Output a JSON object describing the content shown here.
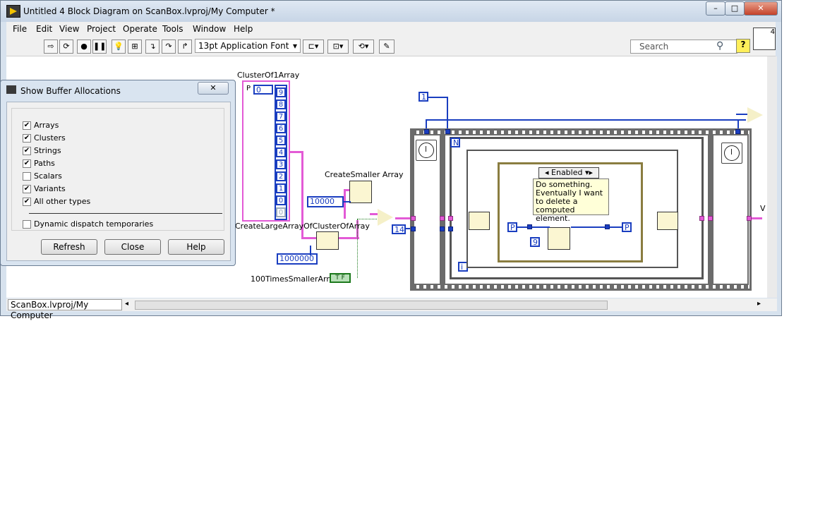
{
  "window": {
    "title": "Untitled 4 Block Diagram on ScanBox.lvproj/My Computer *",
    "minimize": "–",
    "maximize": "□",
    "close": "✕"
  },
  "menu": [
    "File",
    "Edit",
    "View",
    "Project",
    "Operate",
    "Tools",
    "Window",
    "Help"
  ],
  "toolbar": {
    "font": "13pt Application Font",
    "search_placeholder": "Search",
    "help": "?",
    "vi_icon_number": "4"
  },
  "diagram": {
    "cluster_label": "ClusterOf1Array",
    "cluster_p": "P",
    "cluster_index": "0",
    "array_values": [
      "9",
      "8",
      "7",
      "6",
      "5",
      "4",
      "3",
      "2",
      "1",
      "0",
      "0"
    ],
    "create_smaller_label": "CreateSmaller Array",
    "const_10000": "10000",
    "create_large_label": "CreateLargeArrayOfClusterOfArray",
    "const_1000000": "1000000",
    "bool_label": "100TimesSmallerArray",
    "bool_value": "T F",
    "const_14": "14",
    "const_1": "1",
    "loop_n": "N",
    "loop_i": "i",
    "case_selector": "Enabled",
    "comment": "Do something. Eventually I want to delete a computed element.",
    "const_9": "9",
    "p_left": "P",
    "p_right": "P",
    "right_edge_label": "V"
  },
  "status": {
    "context": "ScanBox.lvproj/My Computer"
  },
  "dialog": {
    "title": "Show Buffer Allocations",
    "close": "✕",
    "options": [
      {
        "label": "Arrays",
        "checked": true
      },
      {
        "label": "Clusters",
        "checked": true
      },
      {
        "label": "Strings",
        "checked": true
      },
      {
        "label": "Paths",
        "checked": true
      },
      {
        "label": "Scalars",
        "checked": false
      },
      {
        "label": "Variants",
        "checked": true
      },
      {
        "label": "All other types",
        "checked": true
      }
    ],
    "dynamic_dispatch": {
      "label": "Dynamic dispatch temporaries",
      "checked": false
    },
    "buttons": {
      "refresh": "Refresh",
      "close": "Close",
      "help": "Help"
    }
  }
}
